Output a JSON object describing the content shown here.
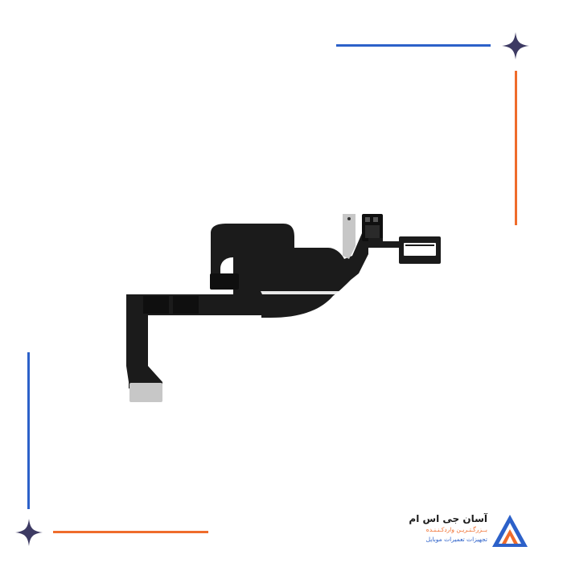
{
  "colors": {
    "frame_blue": "#2c61c9",
    "frame_orange": "#ef6c2b",
    "sparkle": "#3d3a63",
    "flex_black": "#1b1b1b",
    "metal_silver": "#c7c7c7",
    "background": "#ffffff"
  },
  "brand": {
    "name": "آسان جی اس ام",
    "tagline_1": "بــزرگـتـریـن واردکـنـنـده",
    "tagline_2": "تجهیزات تعمیرات موبایل",
    "logo_icon": "triangle-logo-icon"
  },
  "icons": {
    "sparkle": "four-point-star-icon"
  }
}
